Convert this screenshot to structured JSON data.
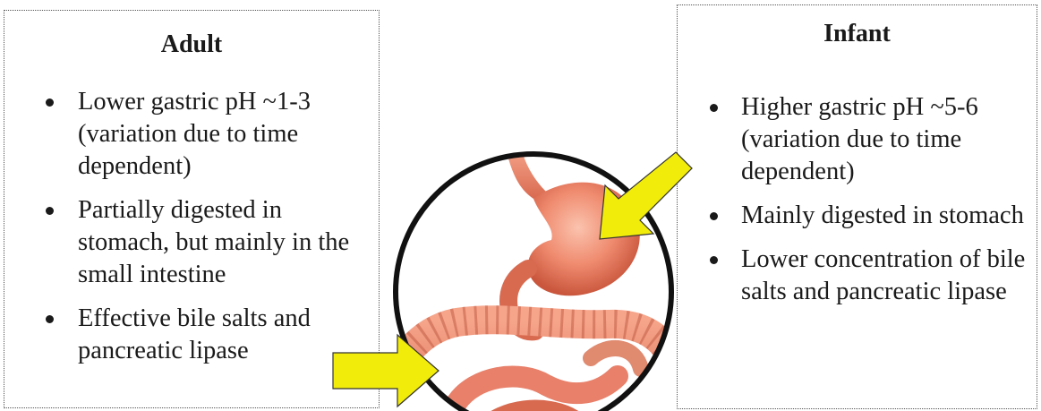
{
  "adult": {
    "title": "Adult",
    "items": [
      "Lower gastric pH ~1-3 (variation due to time dependent)",
      "Partially digested in stomach, but mainly in the small intestine",
      "Effective bile salts and pancreatic lipase"
    ]
  },
  "infant": {
    "title": "Infant",
    "items": [
      "Higher gastric pH ~5-6 (variation due to time dependent)",
      "Mainly digested in stomach",
      "Lower concentration of bile salts and pancreatic lipase"
    ]
  },
  "illustration": {
    "subject": "stomach-and-intestines",
    "arrow_color": "#f2ec0a",
    "organ_color": "#ef8a6e"
  }
}
